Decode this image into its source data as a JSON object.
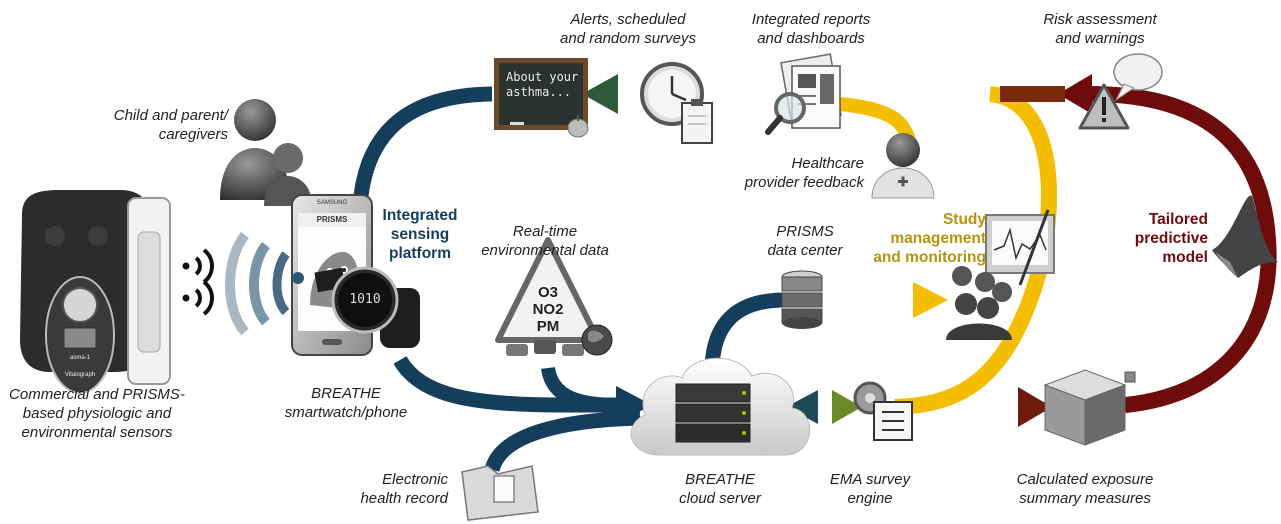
{
  "colors": {
    "blue": "#143e5c",
    "green": "#3d6b3a",
    "yellow": "#f7c000",
    "darkred": "#6e0c0c",
    "text": "#222222"
  },
  "labels": {
    "alerts": [
      "Alerts, scheduled",
      "and random surveys"
    ],
    "reports": [
      "Integrated reports",
      "and dashboards"
    ],
    "risk": [
      "Risk assessment",
      "and warnings"
    ],
    "child": [
      "Child and parent/",
      "caregivers"
    ],
    "healthcare": [
      "Healthcare",
      "provider feedback"
    ],
    "realtime": [
      "Real-time",
      "environmental data"
    ],
    "prisms_dc": [
      "PRISMS",
      "data center"
    ],
    "commercial": [
      "Commercial and PRISMS-",
      "based physiologic and",
      "environmental sensors"
    ],
    "breathe_phone": [
      "BREATHE",
      "smartwatch/phone"
    ],
    "ehr": [
      "Electronic",
      "health record"
    ],
    "cloud": [
      "BREATHE",
      "cloud server"
    ],
    "ema": [
      "EMA survey",
      "engine"
    ],
    "exposure": [
      "Calculated exposure",
      "summary measures"
    ]
  },
  "bold_labels": {
    "integrated": [
      "Integrated",
      "sensing",
      "platform"
    ],
    "study": [
      "Study",
      "management",
      "and monitoring"
    ],
    "tailored": [
      "Tailored",
      "predictive",
      "model"
    ]
  },
  "screen_text": {
    "chalkboard": [
      "About your",
      "asthma..."
    ],
    "phone_brand": "SAMSUNG",
    "phone_app": "PRISMS",
    "watch_time": "1010",
    "inhaler_brand": "asma-1",
    "inhaler_maker": "Vitalograph"
  },
  "pollutants": [
    "O3",
    "NO2",
    "PM"
  ]
}
